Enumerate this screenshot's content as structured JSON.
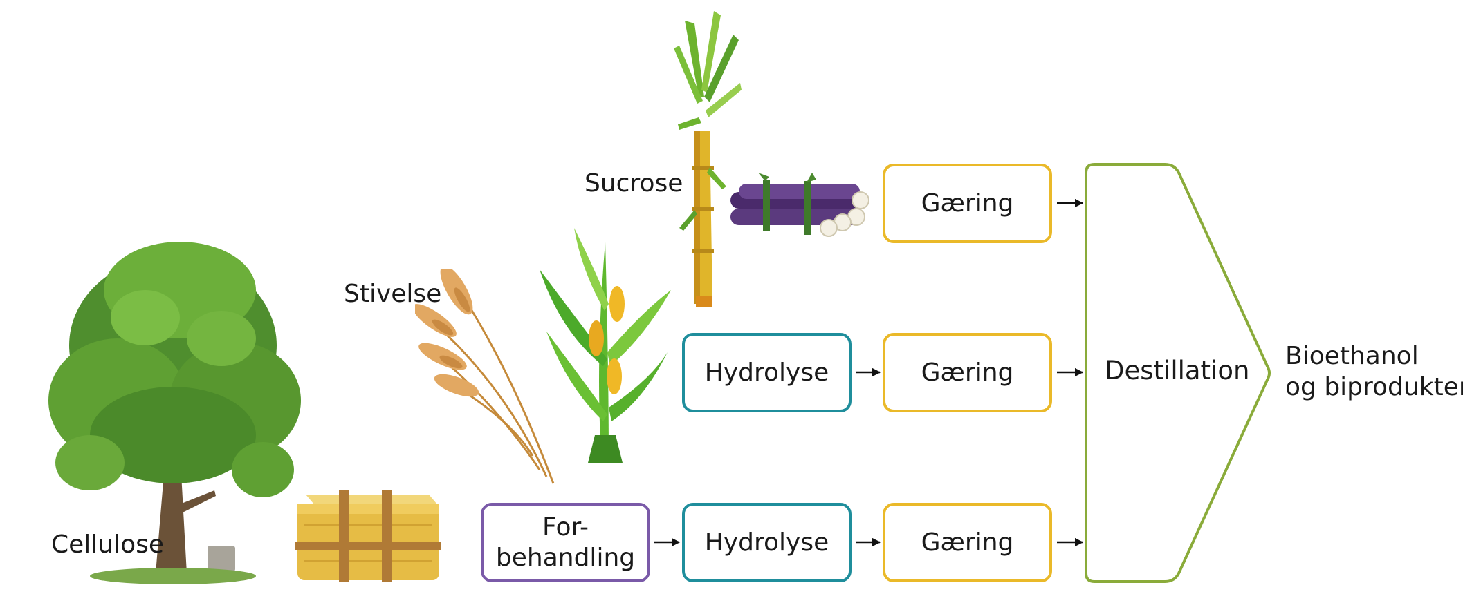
{
  "sources": {
    "sucrose": "Sucrose",
    "stivelse": "Stivelse",
    "cellulose": "Cellulose"
  },
  "steps": {
    "forbehandling_line1": "For-",
    "forbehandling_line2": "behandling",
    "hydrolyse": "Hydrolyse",
    "gaering": "Gæring",
    "destillation": "Destillation"
  },
  "output": {
    "line1": "Bioethanol",
    "line2": "og biprodukter"
  },
  "colors": {
    "gaering_border": "#eab929",
    "hydrolyse_border": "#1f8e9c",
    "forbehandling_border": "#7a5aa8",
    "destillation_border": "#8aab3a",
    "arrow": "#111111"
  },
  "icons": [
    "sugarcane-stalk-icon",
    "sugarcane-bundle-icon",
    "wheat-icon",
    "corn-plant-icon",
    "tree-icon",
    "hay-bale-icon"
  ]
}
